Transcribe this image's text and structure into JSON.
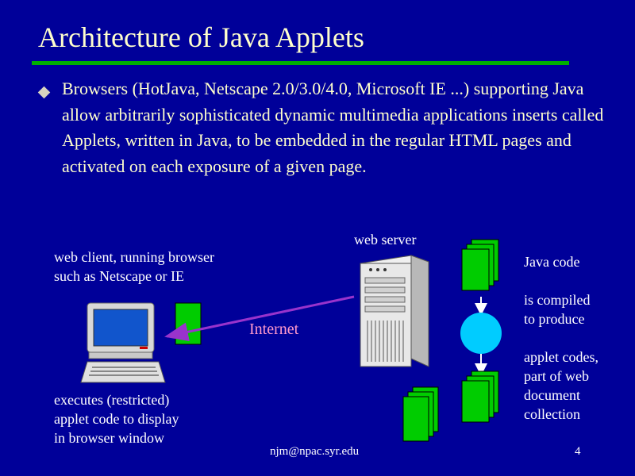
{
  "slide": {
    "title": "Architecture of Java Applets",
    "bullet": "Browsers (HotJava, Netscape 2.0/3.0/4.0, Microsoft IE ...) supporting Java allow arbitrarily sophisticated dynamic multimedia applications inserts called Applets, written in Java, to be embedded in the regular HTML pages and activated on each exposure of a given page.",
    "footer_email": "njm@npac.syr.edu",
    "page_number": "4"
  },
  "diagram": {
    "client_label_1": "web client, running browser",
    "client_label_2": "such as Netscape or IE",
    "exec_label_1": "executes (restricted)",
    "exec_label_2": "applet code to display",
    "exec_label_3": "in browser window",
    "server_label": "web server",
    "internet_label": "Internet",
    "java_code_label": "Java code",
    "compiled_label_1": "is compiled",
    "compiled_label_2": "to produce",
    "applet_label_1": "applet codes,",
    "applet_label_2": "part of web",
    "applet_label_3": "document",
    "applet_label_4": "collection"
  },
  "colors": {
    "background": "#000099",
    "title_text": "#ffffcc",
    "rule": "#00b000",
    "document_green": "#00cc00",
    "compiler_circle": "#00ccff",
    "arrow": "#9933cc",
    "internet_text": "#ff99cc"
  }
}
